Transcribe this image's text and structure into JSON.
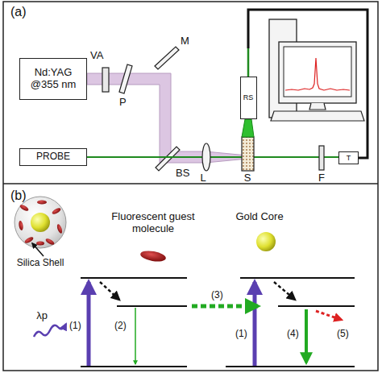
{
  "diagram": {
    "nodes": [
      {
        "text": [
          "Nd:YAG @355 nm"
        ]
      },
      {
        "text": [
          "RS"
        ]
      },
      {
        "text": [
          "PROBE"
        ]
      },
      {
        "text": [
          "T"
        ]
      }
    ],
    "labels": [
      "(a)",
      "VA",
      "P",
      "M",
      "BS",
      "L",
      "S",
      "F",
      "(b)",
      "Silica Shell",
      "Fluorescent guest molecule",
      "Gold Core",
      "λp",
      "(1)",
      "(2)",
      "(3)",
      "(1)",
      "(4)",
      "(5)"
    ]
  }
}
